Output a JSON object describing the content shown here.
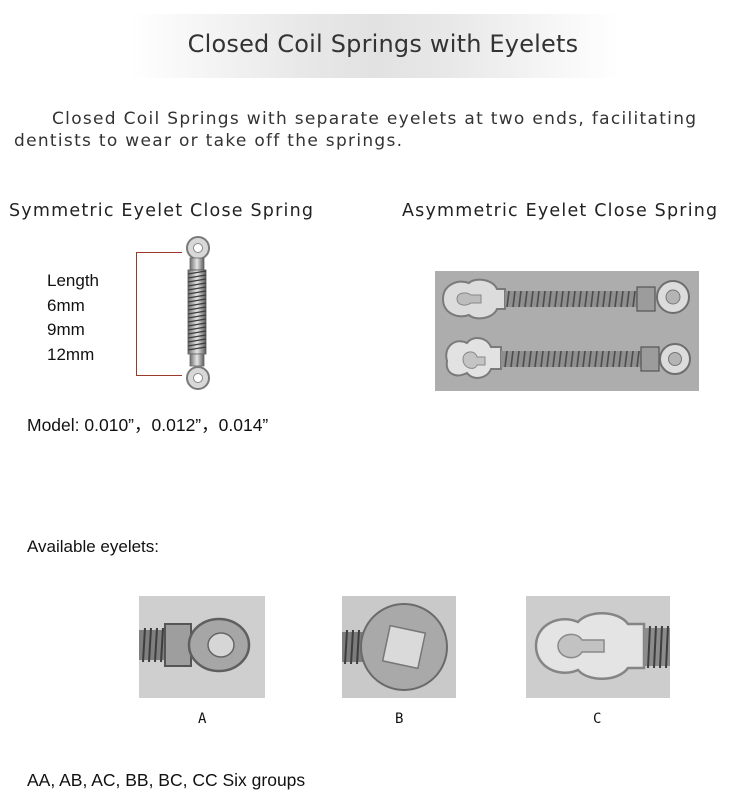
{
  "header": {
    "title": "Closed Coil Springs with Eyelets"
  },
  "intro": {
    "text": "Closed Coil Springs with separate eyelets at two ends, facilitating dentists to wear or take off the springs."
  },
  "symmetric": {
    "heading": "Symmetric Eyelet Close Spring",
    "length_label": "Length",
    "lengths": [
      "6mm",
      "9mm",
      "12mm"
    ],
    "model": "Model: 0.010”，0.012”，0.014”"
  },
  "asymmetric": {
    "heading": "Asymmetric Eyelet Close Spring"
  },
  "eyelets": {
    "heading": "Available eyelets:",
    "items": [
      {
        "label": "A",
        "shape": "round-hole-eyelet"
      },
      {
        "label": "B",
        "shape": "square-hole-eyelet"
      },
      {
        "label": "C",
        "shape": "keyhole-eyelet"
      }
    ],
    "groups": "AA, AB, AC, BB, BC, CC Six groups"
  },
  "colors": {
    "bracket": "#9a3a2a",
    "photo_background": "#c8c8c8",
    "metal": "#9a9a9a"
  }
}
